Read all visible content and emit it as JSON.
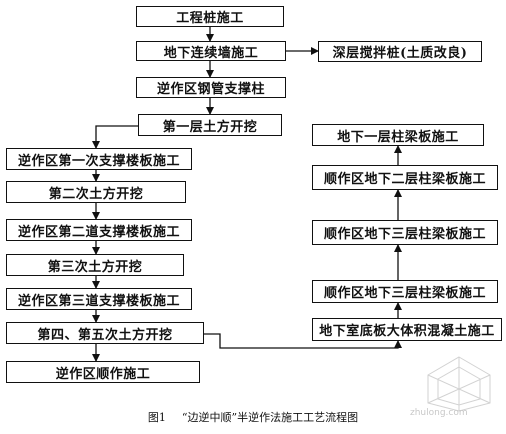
{
  "nodes": {
    "n1": "工程桩施工",
    "n2": "地下连续墙施工",
    "n3": "深层搅拌桩(土质改良)",
    "n4": "逆作区钢管支撑柱",
    "n5": "第一层土方开挖",
    "n6": "逆作区第一次支撑楼板施工",
    "n7": "第二次土方开挖",
    "n8": "逆作区第二道支撑楼板施工",
    "n9": "第三次土方开挖",
    "n10": "逆作区第三道支撑楼板施工",
    "n11": "第四、第五次土方开挖",
    "n12": "逆作区顺作施工",
    "r1": "地下一层柱梁板施工",
    "r2": "顺作区地下二层柱梁板施工",
    "r3": "顺作区地下三层柱梁板施工",
    "r4": "顺作区地下三层柱梁板施工",
    "r5": "地下室底板大体积混凝土施工"
  },
  "caption": {
    "figure": "图1",
    "text": "“边逆中顺”半逆作法施工工艺流程图"
  },
  "watermark_text": "zhulong.com",
  "colors": {
    "line": "#111111",
    "watermark": "#c8c8c8"
  }
}
